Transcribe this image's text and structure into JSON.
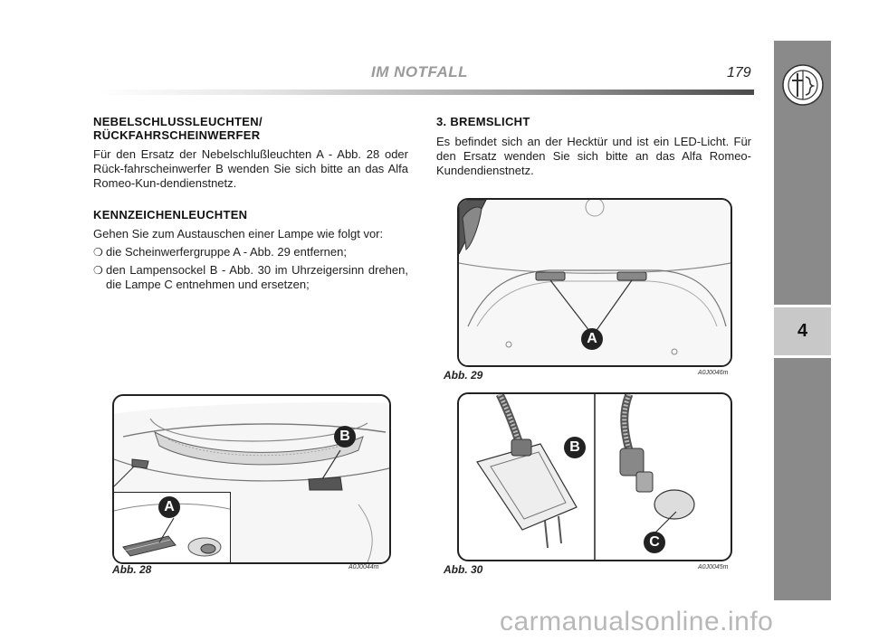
{
  "header": {
    "title": "IM NOTFALL",
    "page_number": "179"
  },
  "sidebar": {
    "chapter": "4"
  },
  "left": {
    "section1_title_line1": "NEBELSCHLUSSLEUCHTEN/",
    "section1_title_line2": "RÜCKFAHRSCHEINWERFER",
    "section1_body": "Für den Ersatz der Nebelschlußleuchten A - Abb. 28 oder Rück-fahrscheinwerfer B wenden Sie sich bitte an das Alfa Romeo-Kun-dendienstnetz.",
    "section2_title": "KENNZEICHENLEUCHTEN",
    "section2_intro": "Gehen Sie zum Austauschen einer Lampe wie folgt vor:",
    "bullets": [
      "die Scheinwerfergruppe A - Abb. 29 entfernen;",
      "den Lampensockel B - Abb. 30 im Uhrzeigersinn drehen, die Lampe C entnehmen und ersetzen;"
    ]
  },
  "right": {
    "section3_title": "3. BREMSLICHT",
    "section3_body": "Es befindet sich an der Hecktür und ist ein LED-Licht. Für den Ersatz wenden Sie sich bitte an das Alfa Romeo-Kundendienstnetz."
  },
  "figures": {
    "fig28": {
      "caption": "Abb. 28",
      "code": "A0J0044m",
      "label_a": "A",
      "label_b": "B"
    },
    "fig29": {
      "caption": "Abb. 29",
      "code": "A0J0046m",
      "label_a": "A"
    },
    "fig30": {
      "caption": "Abb. 30",
      "code": "A0J0045m",
      "label_b": "B",
      "label_c": "C"
    }
  },
  "watermark": "carmanualsonline.info"
}
